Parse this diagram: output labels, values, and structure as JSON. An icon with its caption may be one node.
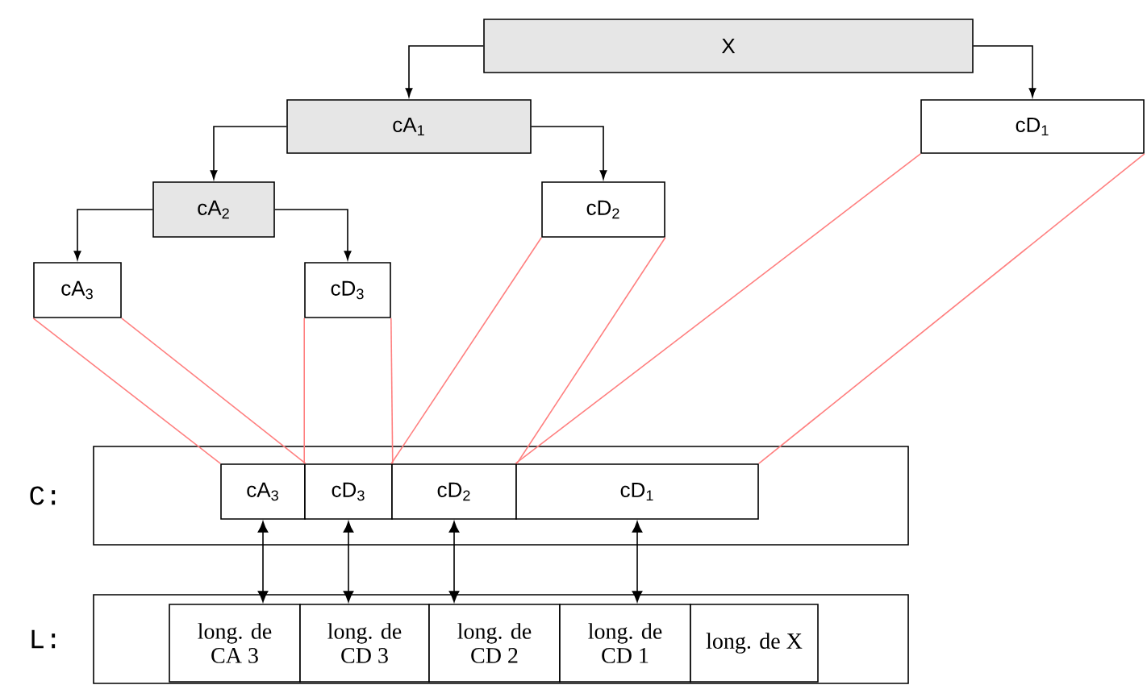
{
  "diagram": {
    "nodes": [
      {
        "text": [
          "X"
        ]
      },
      {
        "text": [
          "cA$_{1}$"
        ]
      },
      {
        "text": [
          "cD$_{1}$"
        ]
      },
      {
        "text": [
          "cA$_{2}$"
        ]
      },
      {
        "text": [
          "cD$_{2}$"
        ]
      },
      {
        "text": [
          "cA$_{3}$"
        ]
      },
      {
        "text": [
          "cD$_{3}$"
        ]
      },
      {
        "text": [],
        "shape": "box",
        "beside": [
          "C:"
        ]
      },
      {
        "text": [
          "cA$_{3}$"
        ],
        "in": 7
      },
      {
        "text": [
          "cD$_{3}$"
        ],
        "in": 7
      },
      {
        "text": [
          "cD$_{2}$"
        ],
        "in": 7
      },
      {
        "text": [
          "cD$_{1}$"
        ],
        "in": 7
      },
      {
        "text": [],
        "shape": "box",
        "beside": [
          "L:"
        ]
      },
      {
        "text": [
          "long. de CA 3"
        ],
        "in": 12
      },
      {
        "text": [
          "long. de CD 3"
        ],
        "in": 12
      },
      {
        "text": [
          "long. de CD 2"
        ],
        "in": 12
      },
      {
        "text": [
          "long. de CD 1"
        ],
        "in": 12
      },
      {
        "text": [
          "long. de X"
        ],
        "in": 12
      }
    ],
    "edges": [
      {
        "from": 0,
        "to": 1,
        "arrow": "to"
      },
      {
        "from": 0,
        "to": 2,
        "arrow": "to"
      },
      {
        "from": 1,
        "to": 3,
        "arrow": "to"
      },
      {
        "from": 1,
        "to": 4,
        "arrow": "to"
      },
      {
        "from": 3,
        "to": 5,
        "arrow": "to"
      },
      {
        "from": 3,
        "to": 6,
        "arrow": "to"
      },
      {
        "from": 5,
        "to": 8,
        "arrow": "none",
        "color": "#ff8080"
      },
      {
        "from": 5,
        "to": 8,
        "arrow": "none",
        "color": "#ff8080"
      },
      {
        "from": 6,
        "to": 9,
        "arrow": "none",
        "color": "#ff8080"
      },
      {
        "from": 6,
        "to": 9,
        "arrow": "none",
        "color": "#ff8080"
      },
      {
        "from": 4,
        "to": 10,
        "arrow": "none",
        "color": "#ff8080"
      },
      {
        "from": 4,
        "to": 10,
        "arrow": "none",
        "color": "#ff8080"
      },
      {
        "from": 2,
        "to": 11,
        "arrow": "none",
        "color": "#ff8080"
      },
      {
        "from": 2,
        "to": 11,
        "arrow": "none",
        "color": "#ff8080"
      },
      {
        "from": 8,
        "to": 13,
        "arrow": "both"
      },
      {
        "from": 9,
        "to": 14,
        "arrow": "both"
      },
      {
        "from": 10,
        "to": 15,
        "arrow": "both"
      },
      {
        "from": 11,
        "to": 16,
        "arrow": "both"
      }
    ]
  }
}
